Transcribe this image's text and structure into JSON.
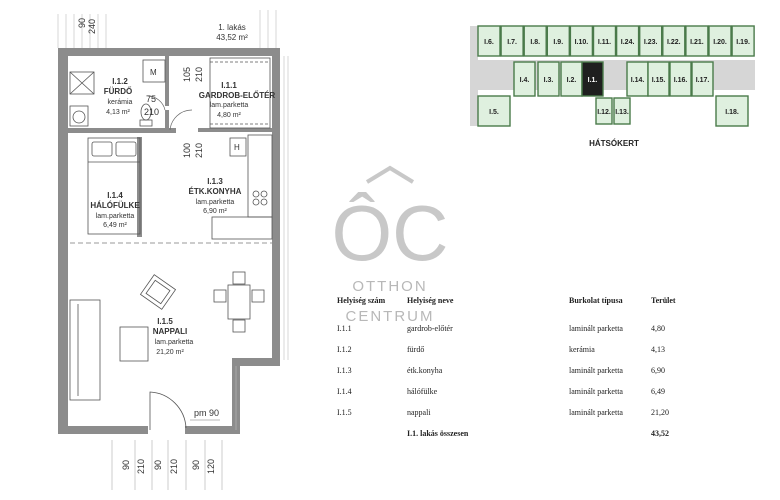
{
  "floorplan": {
    "unit_label": "1. lakás",
    "unit_area": "43,52 m²",
    "rooms": [
      {
        "id": "I.1.1",
        "name": "GARDROB-ELŐTÉR",
        "floor": "lam.parketta",
        "area": "4,80 m²"
      },
      {
        "id": "I.1.2",
        "name": "FÜRDŐ",
        "floor": "kerámia",
        "area": "4,13 m²"
      },
      {
        "id": "I.1.3",
        "name": "ÉTK.KONYHA",
        "floor": "lam.parketta",
        "area": "6,90 m²"
      },
      {
        "id": "I.1.4",
        "name": "HÁLÓFÜLKE",
        "floor": "lam.parketta",
        "area": "6,49 m²"
      },
      {
        "id": "I.1.5",
        "name": "NAPPALI",
        "floor": "lam.parketta",
        "area": "21,20 m²"
      }
    ],
    "fixture_m": "M",
    "fixture_h": "H",
    "dims": {
      "top_90": "90",
      "top_240": "240",
      "d105": "105",
      "d210a": "210",
      "d75": "75",
      "d210b": "210",
      "d100": "100",
      "d210c": "210",
      "pm90": "pm 90",
      "bottom": [
        "90",
        "210",
        "90",
        "210",
        "90",
        "120"
      ]
    }
  },
  "siteplan": {
    "top_units": [
      "I.6.",
      "I.7.",
      "I.8.",
      "I.9.",
      "I.10.",
      "I.11.",
      "I.24.",
      "I.23.",
      "I.22.",
      "I.21.",
      "I.20.",
      "I.19."
    ],
    "mid_units": [
      "I.4.",
      "I.3.",
      "I.2.",
      "I.1.",
      "I.14.",
      "I.15.",
      "I.16.",
      "I.17."
    ],
    "bottom_units": [
      "I.5.",
      "I.12.",
      "I.13.",
      "I.18."
    ],
    "garden_label": "HÁTSÓKERT"
  },
  "watermark": {
    "line1": "OTTHON",
    "line2": "CENTRUM"
  },
  "table": {
    "headers": [
      "Helyiség szám",
      "Helyiség neve",
      "Burkolat típusa",
      "Terület"
    ],
    "rows": [
      [
        "I.1.1",
        "gardrob-előtér",
        "laminált parketta",
        "4,80"
      ],
      [
        "I.1.2",
        "fürdő",
        "kerámia",
        "4,13"
      ],
      [
        "I.1.3",
        "étk.konyha",
        "laminált parketta",
        "6,90"
      ],
      [
        "I.1.4",
        "hálófülke",
        "laminált parketta",
        "6,49"
      ],
      [
        "I.1.5",
        "nappali",
        "laminált parketta",
        "21,20"
      ]
    ],
    "total_label": "I.1. lakás összesen",
    "total_value": "43,52"
  },
  "colors": {
    "wall": "#8c8c8c",
    "unit_fill": "#dff0df",
    "unit_stroke": "#4a7a4a",
    "highlight": "#1f1f1f",
    "corridor": "#d6d6d6"
  }
}
